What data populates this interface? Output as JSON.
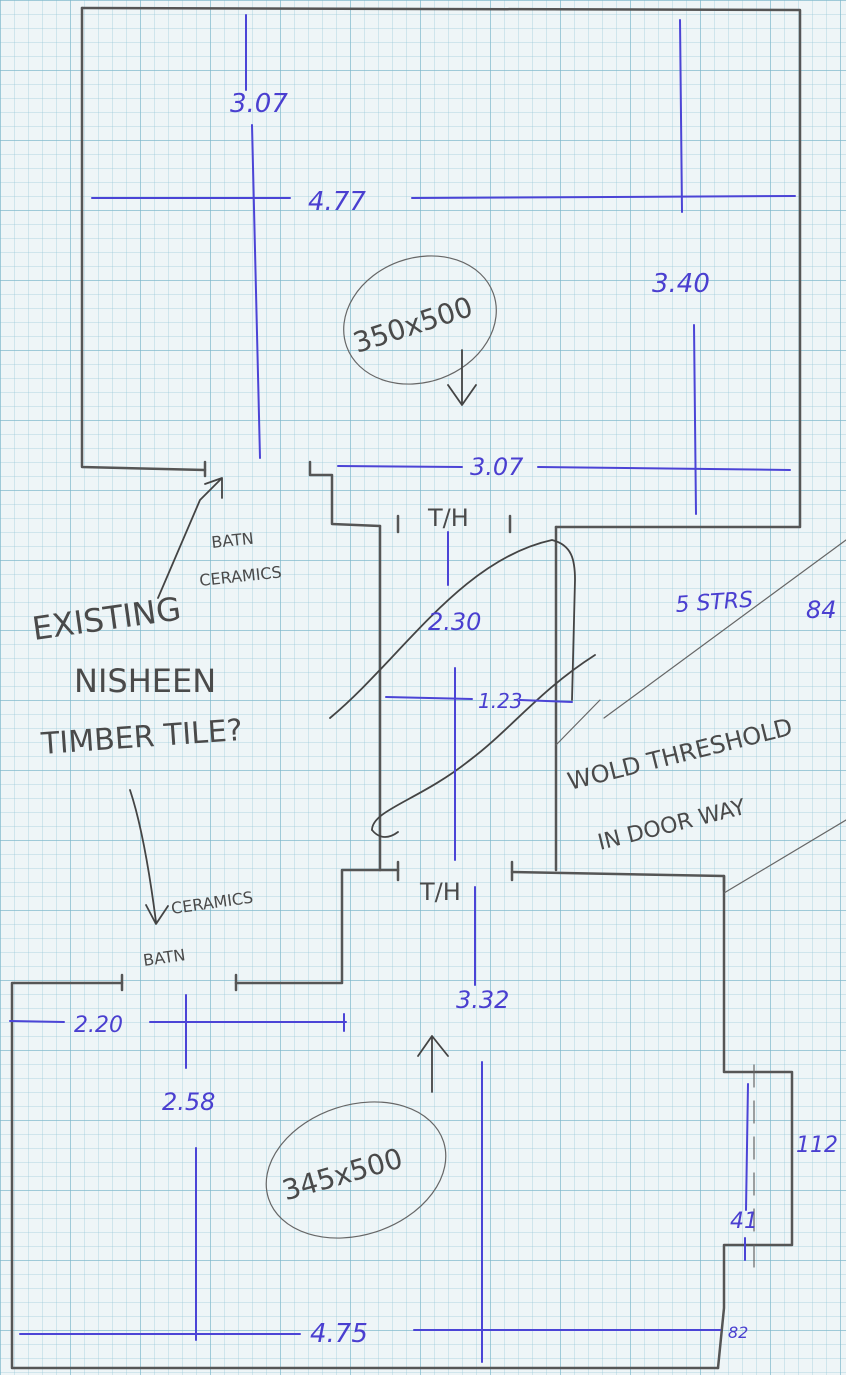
{
  "upper_room": {
    "height_left": "3.07",
    "width": "4.77",
    "height_right": "3.40",
    "bottom_width": "3.07",
    "tile_size": "350x500"
  },
  "hallway": {
    "top_threshold": "T/H",
    "length": "2.30",
    "width": "1.23",
    "bottom_threshold": "T/H"
  },
  "lower_room": {
    "left_stub": "2.20",
    "sub_width": "2.58",
    "height": "3.32",
    "width": "4.75",
    "tile_size": "345x500",
    "recess_depth": "41",
    "recess_length": "112",
    "corner_value": "82"
  },
  "notes": {
    "upper_transition": [
      "BATN",
      "CERAMICS"
    ],
    "existing_line1": "EXISTING",
    "existing_line2": "NISHEEN",
    "existing_line3": "TIMBER TILE?",
    "lower_transition": [
      "CERAMICS",
      "BATN"
    ],
    "stairs": "5 STRS",
    "stairs_value": "84",
    "threshold_note1": "WOLD THRESHOLD",
    "threshold_note2": "IN DOOR WAY"
  }
}
